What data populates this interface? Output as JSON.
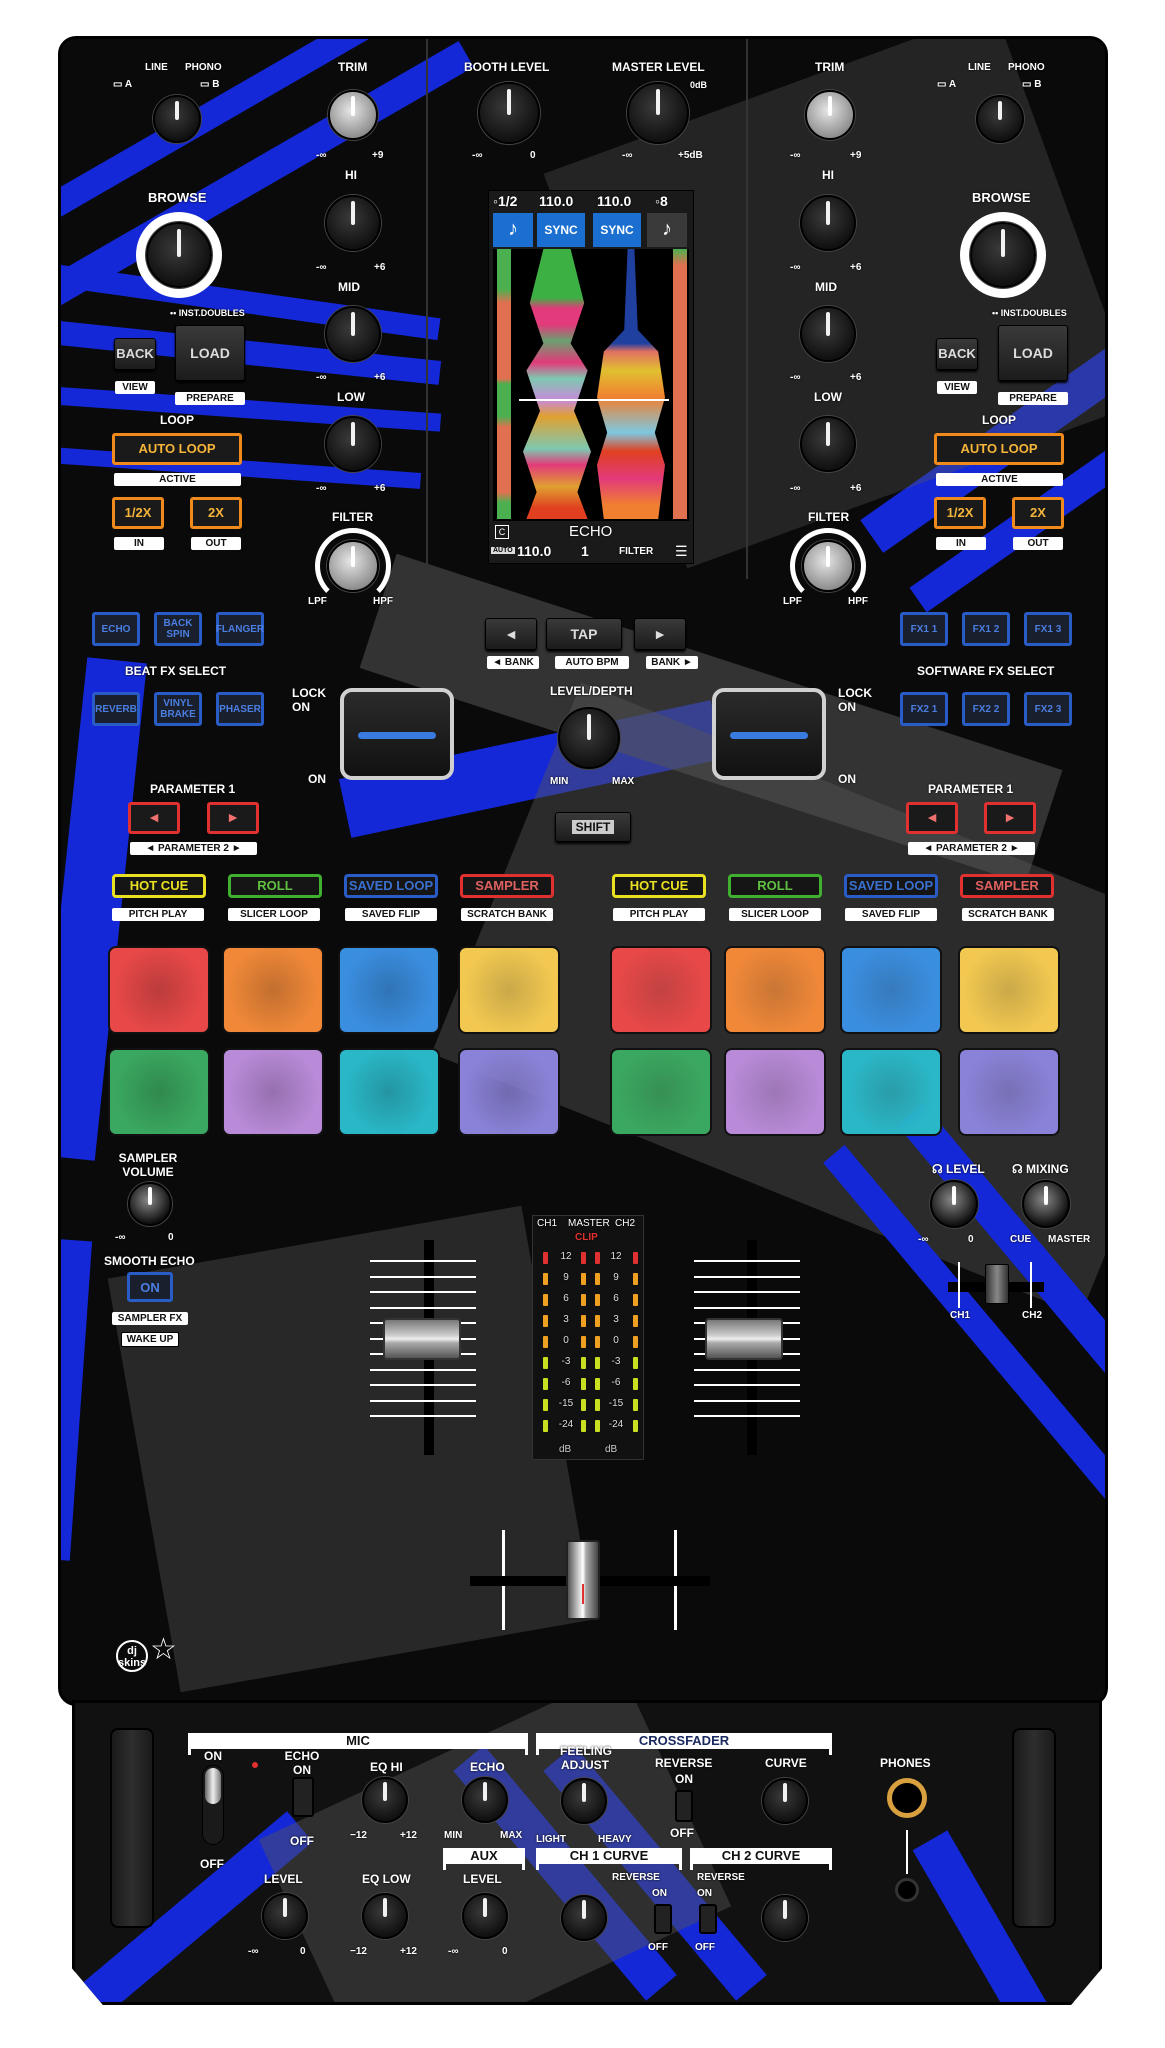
{
  "brand": {
    "logo": "dj skins",
    "accent_blue": "#1428d8",
    "orange": "#f08a1a",
    "red": "#e03030"
  },
  "deck_left": {
    "input_selector": {
      "labels": [
        "A",
        "LINE",
        "PHONO",
        "B"
      ],
      "icon": "laptop-icon"
    },
    "browse": "BROWSE",
    "inst_doubles": "•• INST.DOUBLES",
    "back": "BACK",
    "view": "VIEW",
    "load": "LOAD",
    "prepare": "PREPARE",
    "loop": "LOOP",
    "auto_loop": "AUTO LOOP",
    "active": "ACTIVE",
    "half": "1/2X",
    "double": "2X",
    "in": "IN",
    "out": "OUT",
    "trim": {
      "label": "TRIM",
      "min": "-∞",
      "max": "+9"
    },
    "hi": {
      "label": "HI",
      "min": "-∞",
      "max": "+6"
    },
    "mid": {
      "label": "MID",
      "min": "-∞",
      "max": "+6"
    },
    "low": {
      "label": "LOW",
      "min": "-∞",
      "max": "+6"
    },
    "filter": {
      "label": "FILTER",
      "min": "LPF",
      "max": "HPF"
    },
    "beat_fx": {
      "title": "BEAT FX SELECT",
      "buttons": [
        "ECHO",
        "BACK SPIN",
        "FLANGER",
        "REVERB",
        "VINYL BRAKE",
        "PHASER"
      ]
    },
    "lock_on": "LOCK ON",
    "on": "ON",
    "param1": "PARAMETER 1",
    "param2": "◄ PARAMETER 2 ►",
    "left_arrow": "◄",
    "right_arrow": "►",
    "modes": [
      {
        "label": "HOT CUE",
        "sub": "PITCH PLAY"
      },
      {
        "label": "ROLL",
        "sub": "SLICER LOOP"
      },
      {
        "label": "SAVED LOOP",
        "sub": "SAVED FLIP"
      },
      {
        "label": "SAMPLER",
        "sub": "SCRATCH BANK"
      }
    ]
  },
  "deck_right": {
    "input_selector": {
      "labels": [
        "A",
        "LINE",
        "PHONO",
        "B"
      ],
      "icon": "laptop-icon"
    },
    "browse": "BROWSE",
    "inst_doubles": "•• INST.DOUBLES",
    "back": "BACK",
    "view": "VIEW",
    "load": "LOAD",
    "prepare": "PREPARE",
    "loop": "LOOP",
    "auto_loop": "AUTO LOOP",
    "active": "ACTIVE",
    "half": "1/2X",
    "double": "2X",
    "in": "IN",
    "out": "OUT",
    "trim": {
      "label": "TRIM",
      "min": "-∞",
      "max": "+9"
    },
    "hi": {
      "label": "HI",
      "min": "-∞",
      "max": "+6"
    },
    "mid": {
      "label": "MID",
      "min": "-∞",
      "max": "+6"
    },
    "low": {
      "label": "LOW",
      "min": "-∞",
      "max": "+6"
    },
    "filter": {
      "label": "FILTER",
      "min": "LPF",
      "max": "HPF"
    },
    "software_fx": {
      "title": "SOFTWARE FX SELECT",
      "buttons": [
        "FX1 1",
        "FX1 2",
        "FX1 3",
        "FX2 1",
        "FX2 2",
        "FX2 3"
      ]
    },
    "lock_on": "LOCK ON",
    "on": "ON",
    "param1": "PARAMETER 1",
    "param2": "◄ PARAMETER 2 ►",
    "left_arrow": "◄",
    "right_arrow": "►",
    "modes": [
      {
        "label": "HOT CUE",
        "sub": "PITCH PLAY"
      },
      {
        "label": "ROLL",
        "sub": "SLICER LOOP"
      },
      {
        "label": "SAVED LOOP",
        "sub": "SAVED FLIP"
      },
      {
        "label": "SAMPLER",
        "sub": "SCRATCH BANK"
      }
    ]
  },
  "center": {
    "booth": {
      "label": "BOOTH LEVEL",
      "min": "-∞",
      "max": "0"
    },
    "master": {
      "label": "MASTER LEVEL",
      "min": "-∞",
      "max": "+5dB",
      "mark": "0dB"
    },
    "screen": {
      "left_loop": "◦1/2",
      "left_bpm": "110.0",
      "right_bpm": "110.0",
      "right_loop": "◦8",
      "sync": "SYNC",
      "fx_name": "ECHO",
      "auto": "AUTO",
      "bpm": "110.0",
      "beat": "1",
      "filter": "FILTER",
      "c": "C"
    },
    "prev": "◄",
    "tap": "TAP",
    "next": "►",
    "bank_left": "◄ BANK",
    "auto_bpm": "AUTO BPM",
    "bank_right": "BANK ►",
    "level_depth": {
      "label": "LEVEL/DEPTH",
      "min": "MIN",
      "max": "MAX"
    },
    "shift": "SHIFT"
  },
  "pads": {
    "row1": [
      "#e84848",
      "#f08838",
      "#3a8ee0",
      "#f2c850",
      "#e84848",
      "#f08838",
      "#3a8ee0",
      "#f2c850"
    ],
    "row2": [
      "#3aa860",
      "#b88ad8",
      "#2ab8c8",
      "#8a82d8",
      "#3aa860",
      "#b88ad8",
      "#2ab8c8",
      "#8a82d8"
    ]
  },
  "sampler": {
    "label": "SAMPLER VOLUME",
    "min": "-∞",
    "max": "0",
    "smooth_echo": "SMOOTH ECHO",
    "on": "ON",
    "sampler_fx": "SAMPLER FX",
    "wake_up": "WAKE UP"
  },
  "meter": {
    "header": [
      "CH1",
      "MASTER",
      "CH2"
    ],
    "clip": "CLIP",
    "scale": [
      "12",
      "9",
      "6",
      "3",
      "0",
      "-3",
      "-6",
      "-15",
      "-24"
    ],
    "unit": "dB"
  },
  "headphone": {
    "level": "LEVEL",
    "level_min": "-∞",
    "level_max": "0",
    "mixing": "MIXING",
    "cue": "CUE",
    "master": "MASTER",
    "ch1": "CH1",
    "ch2": "CH2"
  },
  "lower": {
    "mic": {
      "title": "MIC",
      "on": "ON",
      "off": "OFF",
      "echo_on": "ECHO ON",
      "echo_off": "OFF",
      "eq_hi": "EQ HI",
      "eq_low": "EQ LOW",
      "eq_min": "−12",
      "eq_max": "+12",
      "echo": "ECHO",
      "echo_min": "MIN",
      "echo_max": "MAX",
      "level": "LEVEL",
      "level_min": "-∞",
      "level_max": "0"
    },
    "aux": {
      "title": "AUX",
      "level": "LEVEL",
      "min": "-∞",
      "max": "0"
    },
    "crossfader": {
      "title": "CROSSFADER",
      "feeling": "FEELING ADJUST",
      "light": "LIGHT",
      "heavy": "HEAVY",
      "reverse": "REVERSE",
      "on": "ON",
      "off": "OFF",
      "curve": "CURVE"
    },
    "ch1_curve": {
      "title": "CH 1 CURVE",
      "reverse": "REVERSE",
      "on": "ON",
      "off": "OFF"
    },
    "ch2_curve": {
      "title": "CH 2 CURVE",
      "reverse": "REVERSE",
      "on": "ON",
      "off": "OFF"
    },
    "phones": "PHONES"
  }
}
